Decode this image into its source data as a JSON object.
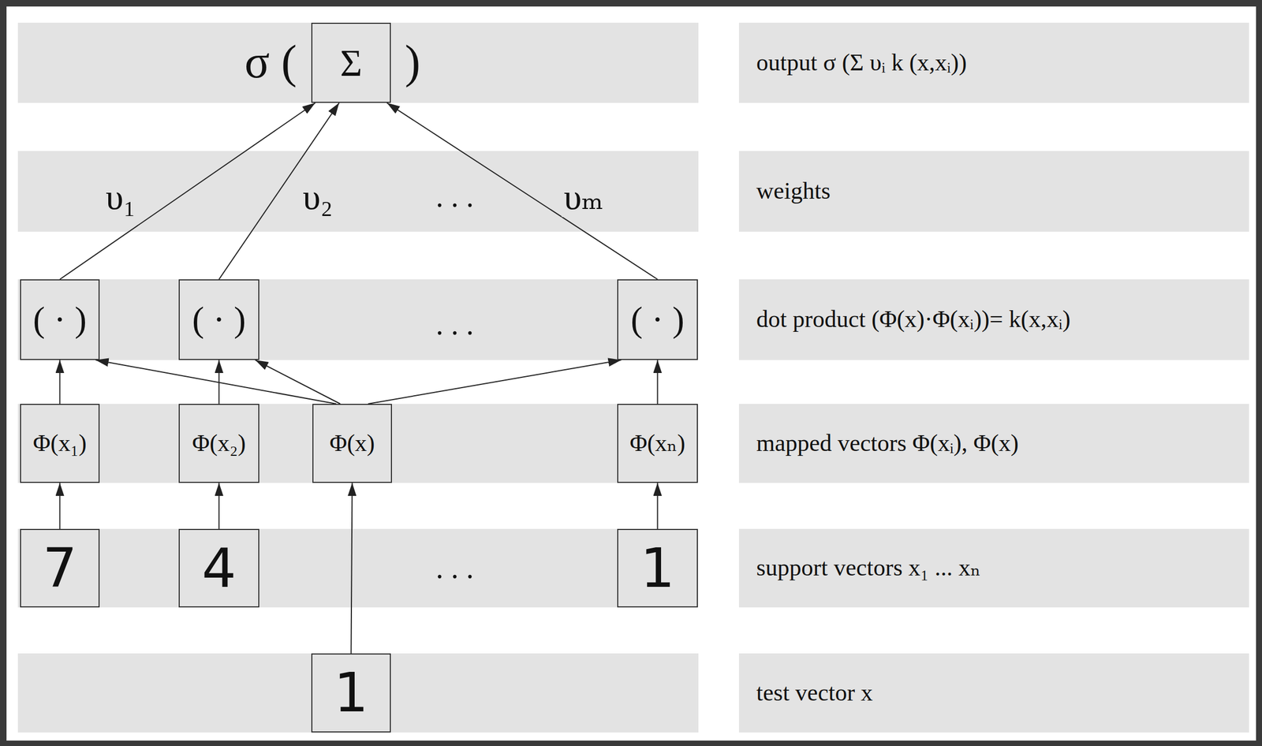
{
  "diagram": {
    "nodes": [
      {
        "text": [
          "Σ"
        ]
      },
      {
        "text": [
          "output σ (Σ υᵢ k (x,xᵢ))"
        ]
      },
      {
        "text": [
          "weights"
        ]
      },
      {
        "text": [
          "( · )"
        ]
      },
      {
        "text": [
          "( · )"
        ]
      },
      {
        "text": [
          "( · )"
        ]
      },
      {
        "text": [
          "dot product (Φ(x)·Φ(xᵢ))= k(x,xᵢ)"
        ]
      },
      {
        "text": [
          "Φ(x₁)"
        ]
      },
      {
        "text": [
          "Φ(x₂)"
        ]
      },
      {
        "text": [
          "Φ(x)"
        ]
      },
      {
        "text": [
          "Φ(xₙ)"
        ]
      },
      {
        "text": [
          "mapped vectors Φ(xᵢ), Φ(x)"
        ]
      },
      {
        "text": [
          "7"
        ]
      },
      {
        "text": [
          "4"
        ]
      },
      {
        "text": [
          "1"
        ]
      },
      {
        "text": [
          "support vectors x₁ ... xₙ"
        ]
      },
      {
        "text": [
          "1"
        ]
      },
      {
        "text": [
          "test vector x"
        ]
      }
    ],
    "edges": [
      {
        "from": 3,
        "to": 0,
        "arrow": "to",
        "label": "υ₁"
      },
      {
        "from": 4,
        "to": 0,
        "arrow": "to",
        "label": "υ₂"
      },
      {
        "from": 5,
        "to": 0,
        "arrow": "to",
        "label": "υₘ"
      },
      {
        "from": 7,
        "to": 3,
        "arrow": "to"
      },
      {
        "from": 9,
        "to": 3,
        "arrow": "to"
      },
      {
        "from": 8,
        "to": 4,
        "arrow": "to"
      },
      {
        "from": 9,
        "to": 4,
        "arrow": "to"
      },
      {
        "from": 9,
        "to": 5,
        "arrow": "to"
      },
      {
        "from": 10,
        "to": 5,
        "arrow": "to"
      },
      {
        "from": 12,
        "to": 7,
        "arrow": "to"
      },
      {
        "from": 13,
        "to": 8,
        "arrow": "to"
      },
      {
        "from": 16,
        "to": 9,
        "arrow": "to"
      },
      {
        "from": 14,
        "to": 10,
        "arrow": "to"
      }
    ],
    "labels": [
      "σ (",
      ")",
      ". . .",
      ". . .",
      ". . ."
    ]
  }
}
